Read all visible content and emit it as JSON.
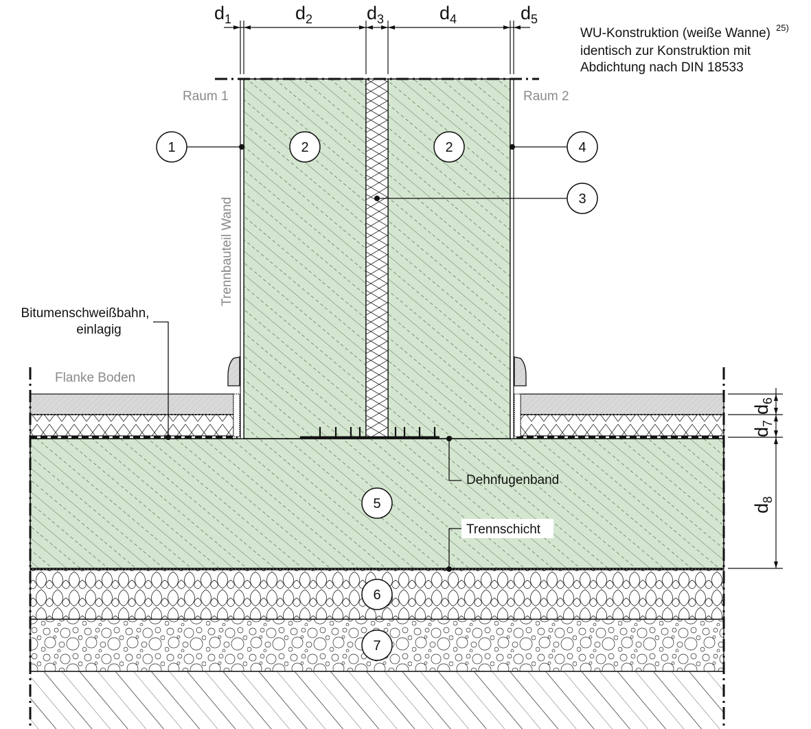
{
  "colors": {
    "concrete": "#d4e6d0",
    "hatch": "#3a5a3a",
    "floor": "#d9d9d9",
    "line": "#111111",
    "grey_text": "#8a8a8a"
  },
  "dimensions": {
    "d1": {
      "base": "d",
      "sub": "1"
    },
    "d2": {
      "base": "d",
      "sub": "2"
    },
    "d3": {
      "base": "d",
      "sub": "3"
    },
    "d4": {
      "base": "d",
      "sub": "4"
    },
    "d5": {
      "base": "d",
      "sub": "5"
    },
    "d6": {
      "base": "d",
      "sub": "6"
    },
    "d7": {
      "base": "d",
      "sub": "7"
    },
    "d8": {
      "base": "d",
      "sub": "8"
    }
  },
  "note": {
    "line1": "WU-Konstruktion (weiße Wanne)",
    "sup": "25)",
    "line2": "identisch zur Konstruktion mit",
    "line3": "Abdichtung nach DIN 18533"
  },
  "labels": {
    "room1": "Raum 1",
    "room2": "Raum 2",
    "wall": "Trennbauteil Wand",
    "flank": "Flanke Boden",
    "bitumen_line1": "Bitumenschweißbahn,",
    "bitumen_line2": "einlagig",
    "joint_tape": "Dehnfugenband",
    "separation": "Trennschicht"
  },
  "callouts": {
    "c1": "1",
    "c2a": "2",
    "c2b": "2",
    "c3": "3",
    "c4": "4",
    "c5": "5",
    "c6": "6",
    "c7": "7"
  }
}
